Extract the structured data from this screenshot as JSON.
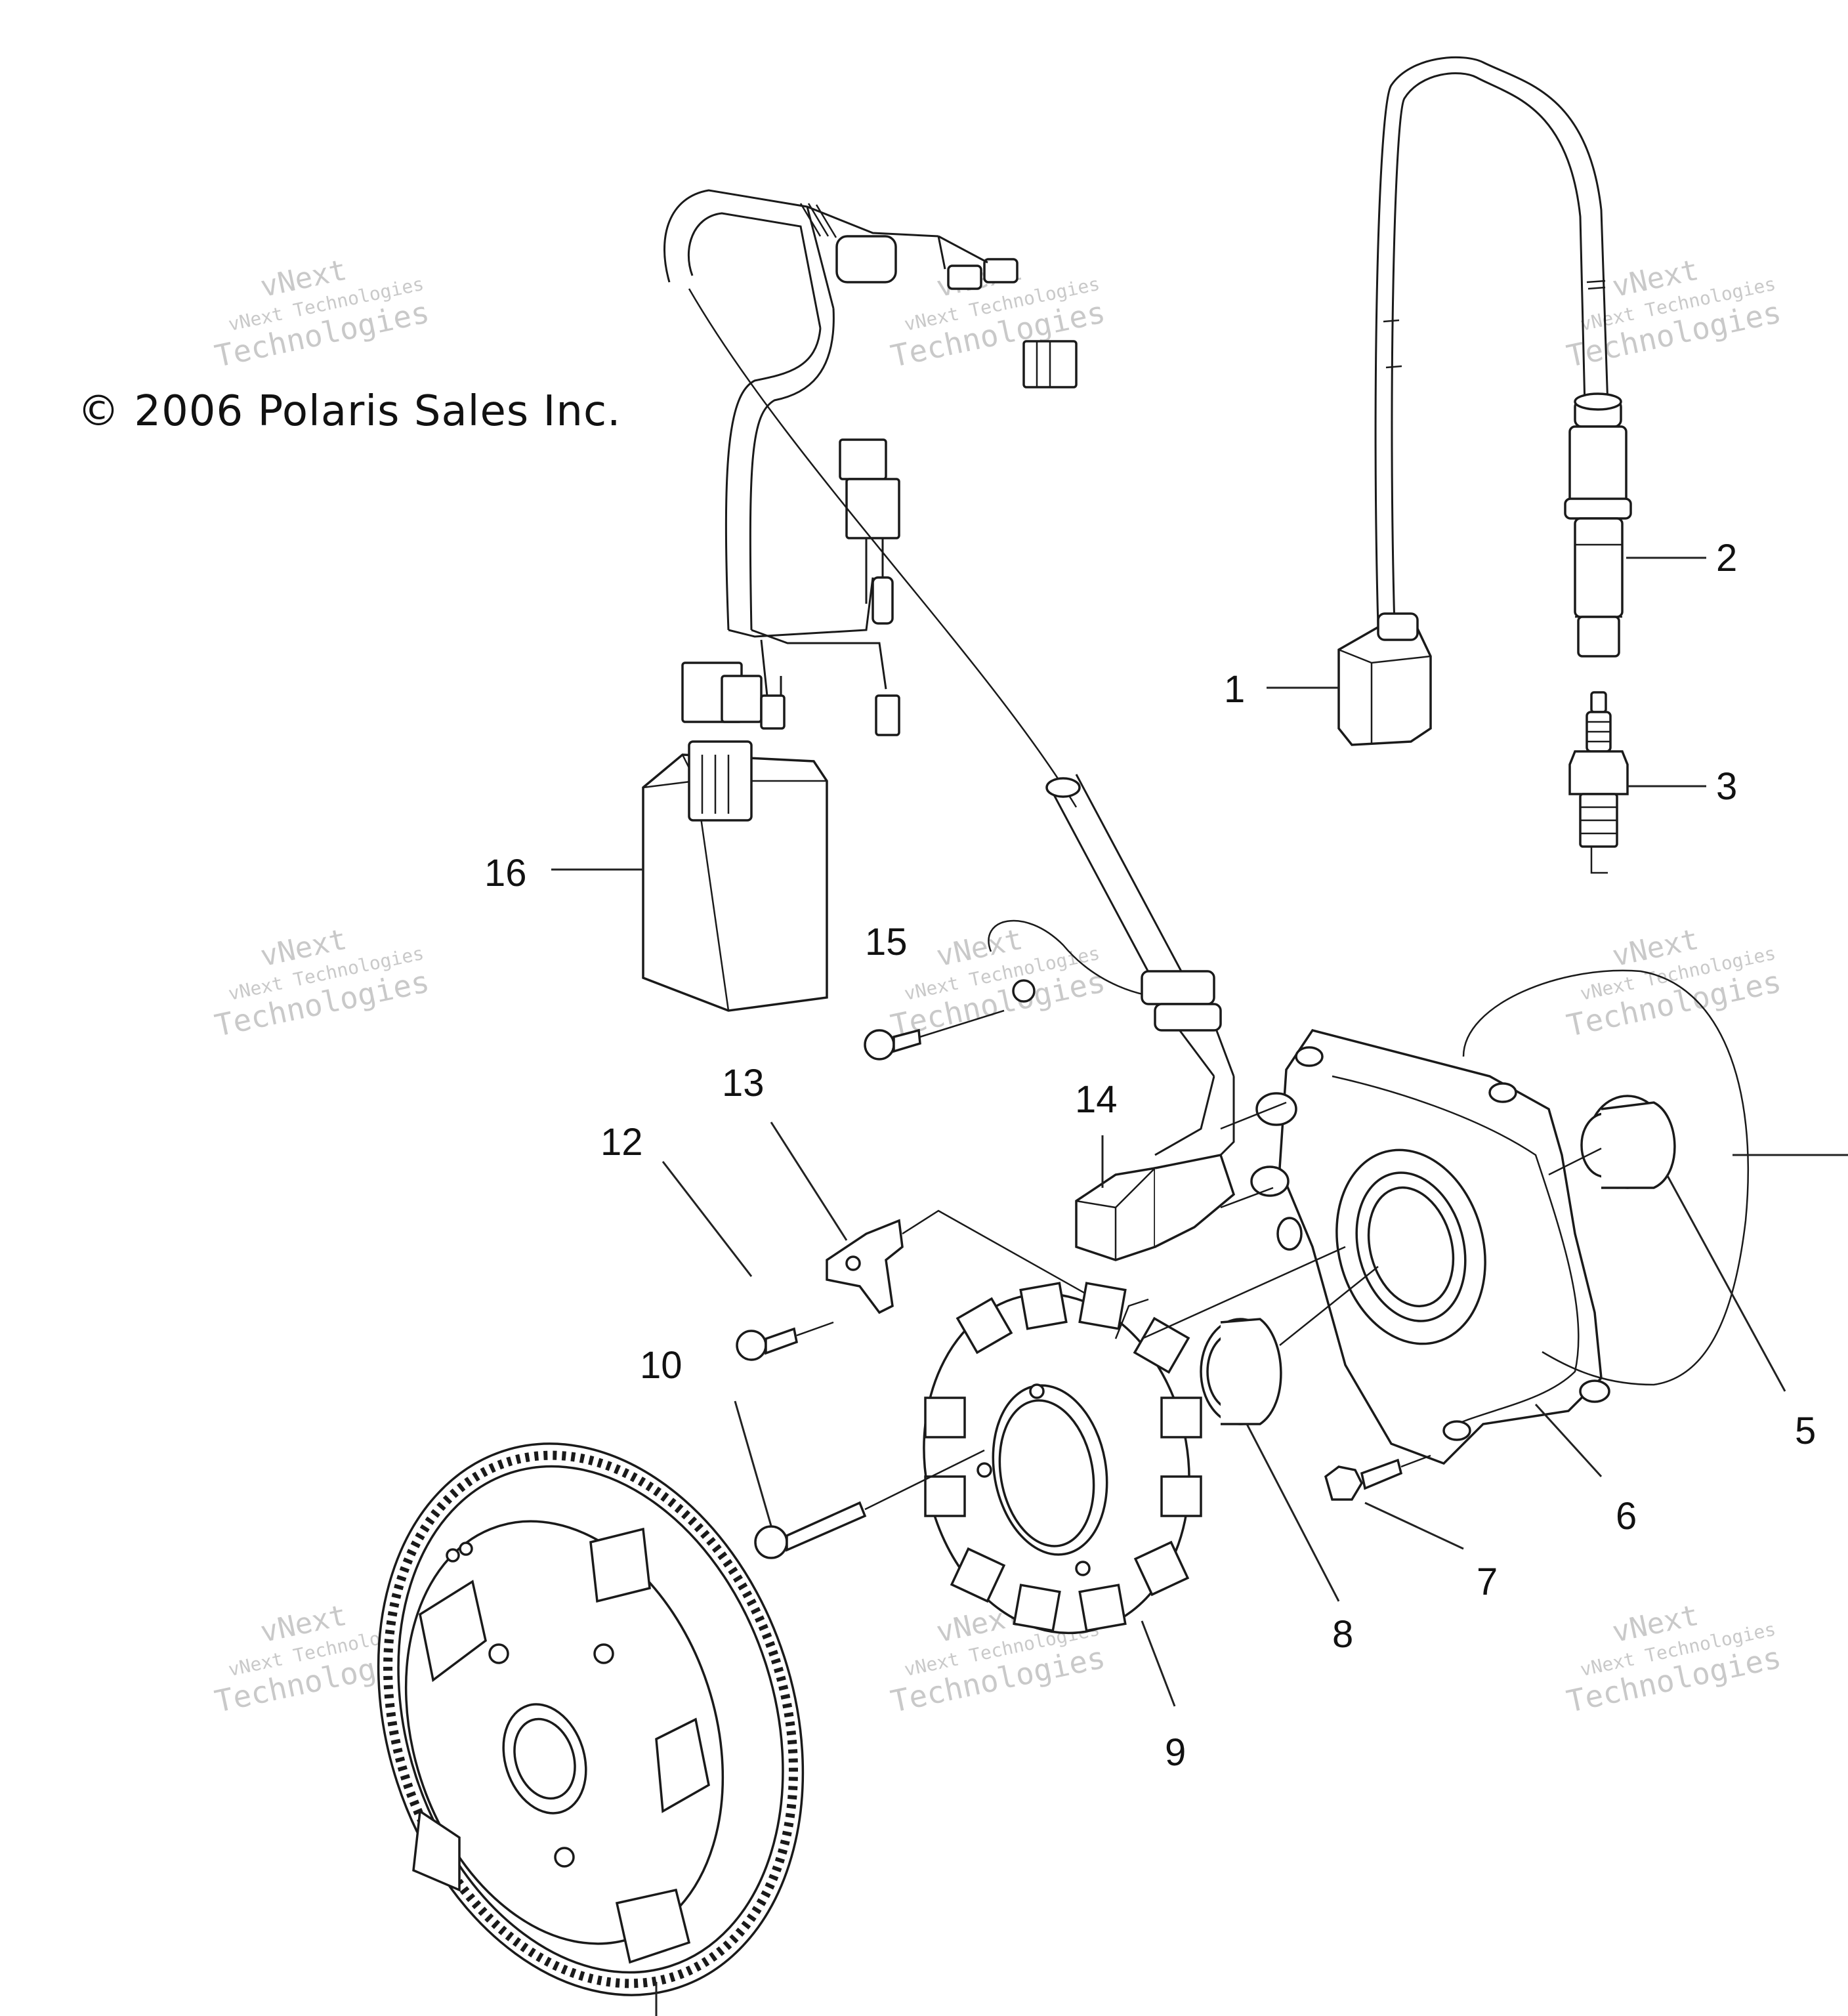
{
  "copyright": "© 2006 Polaris Sales Inc.",
  "watermark": {
    "line1": "vNext",
    "line2": "vNext Technologies",
    "line3": "Technologies"
  },
  "callouts": [
    "1",
    "2",
    "3",
    "5",
    "6",
    "7",
    "8",
    "9",
    "10",
    "12",
    "13",
    "14",
    "15",
    "16"
  ]
}
